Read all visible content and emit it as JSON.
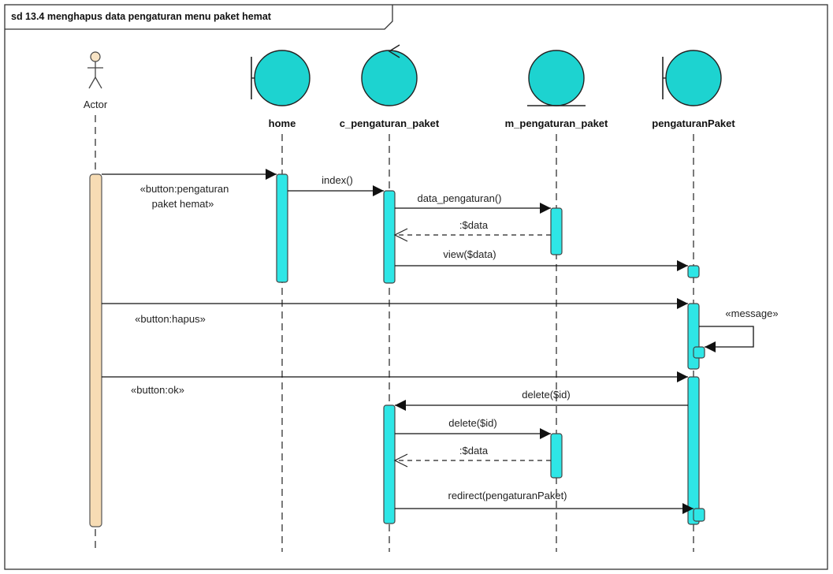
{
  "diagram": {
    "frame_title": "sd 13.4 menghapus data pengaturan menu paket hemat",
    "actor_label": "Actor",
    "lifelines": {
      "home": "home",
      "c_pengaturan_paket": "c_pengaturan_paket",
      "m_pengaturan_paket": "m_pengaturan_paket",
      "pengaturanPaket": "pengaturanPaket"
    },
    "messages": {
      "btn_pengaturan_line1": "«button:pengaturan",
      "btn_pengaturan_line2": "paket hemat»",
      "index": "index()",
      "data_pengaturan": "data_pengaturan()",
      "ret_data1": ":$data",
      "view": "view($data)",
      "btn_hapus": "«button:hapus»",
      "message_self": "«message»",
      "btn_ok": "«button:ok»",
      "delete1": "delete($id)",
      "delete2": "delete($id)",
      "ret_data2": ":$data",
      "redirect": "redirect(pengaturanPaket)"
    },
    "colors": {
      "object_fill": "#1dd3d0",
      "activation_fill": "#2ee6e6",
      "actor_activation_fill": "#f7dcb4",
      "actor_head_fill": "#f7e3c4"
    }
  }
}
